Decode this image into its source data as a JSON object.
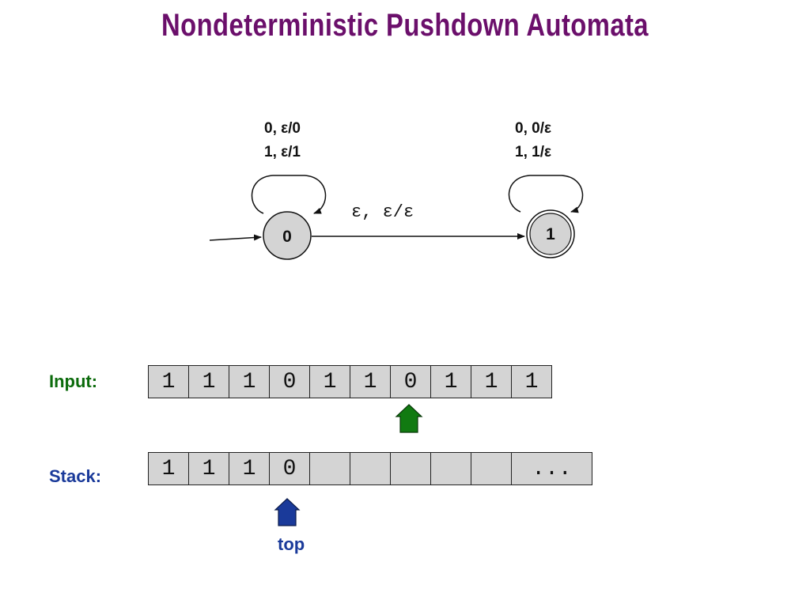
{
  "title": "Nondeterministic Pushdown Automata",
  "states": [
    {
      "label": "0",
      "accepting": false,
      "start": true
    },
    {
      "label": "1",
      "accepting": true,
      "start": false
    }
  ],
  "loop0_lines": [
    "0, ε/0",
    "1, ε/1"
  ],
  "loop1_lines": [
    "0, 0/ε",
    "1, 1/ε"
  ],
  "transition_label": "ε, ε/ε",
  "input_label": "Input:",
  "input_tape": [
    "1",
    "1",
    "1",
    "0",
    "1",
    "1",
    "0",
    "1",
    "1",
    "1"
  ],
  "stack_label": "Stack:",
  "stack_tape": [
    "1",
    "1",
    "1",
    "0",
    "",
    "",
    "",
    "",
    "",
    "..."
  ],
  "top_label": "top",
  "colors": {
    "title": "#6b0f6b",
    "input_label": "#0c6b0c",
    "stack_label": "#1a3a9a",
    "input_arrow": "#117a11",
    "stack_arrow": "#1a3a9a",
    "state_fill": "#d4d4d4",
    "tape_fill": "#d4d4d4"
  }
}
